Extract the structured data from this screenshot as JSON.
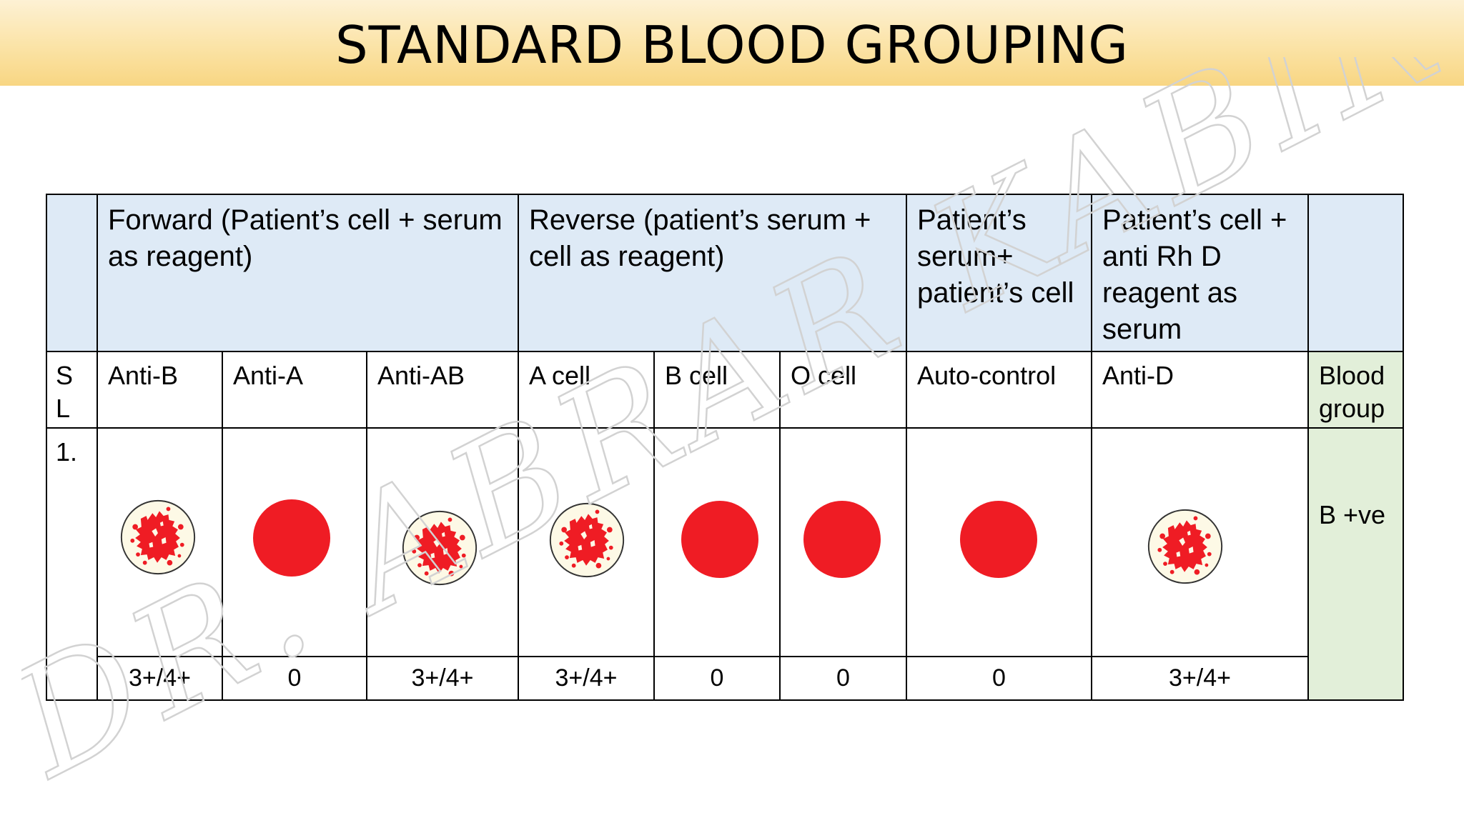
{
  "title": "STANDARD BLOOD GROUPING",
  "watermark": "DR. ABRAR KABIR SCHIR",
  "colors": {
    "title_bar": "#f8d683",
    "header_fill": "#deeaf6",
    "result_fill": "#e2efd9",
    "blood_red": "#ef1c24",
    "cell_fill": "#fdf9e6"
  },
  "table": {
    "group_headers": {
      "forward": "Forward (Patient’s cell + serum as reagent)",
      "reverse": "Reverse (patient’s serum + cell as reagent)",
      "auto": "Patient’s serum+ patient’s cell",
      "rh": "Patient’s cell + anti Rh D reagent as serum"
    },
    "sl_label": "S L",
    "columns": [
      "Anti-B",
      "Anti-A",
      "Anti-AB",
      "A cell",
      "B cell",
      "O cell",
      "Auto-control",
      "Anti-D"
    ],
    "blood_group_label": "Blood group",
    "row": {
      "sl": "1.",
      "reactions": [
        {
          "icon": "agglutinated-cells-icon",
          "grade": "3+/4+"
        },
        {
          "icon": "no-agglutination-icon",
          "grade": "0"
        },
        {
          "icon": "agglutinated-cells-icon",
          "grade": "3+/4+"
        },
        {
          "icon": "agglutinated-cells-icon",
          "grade": "3+/4+"
        },
        {
          "icon": "no-agglutination-icon",
          "grade": "0"
        },
        {
          "icon": "no-agglutination-icon",
          "grade": "0"
        },
        {
          "icon": "no-agglutination-icon",
          "grade": "0"
        },
        {
          "icon": "agglutinated-cells-icon",
          "grade": "3+/4+"
        }
      ],
      "blood_group": "B +ve"
    }
  }
}
